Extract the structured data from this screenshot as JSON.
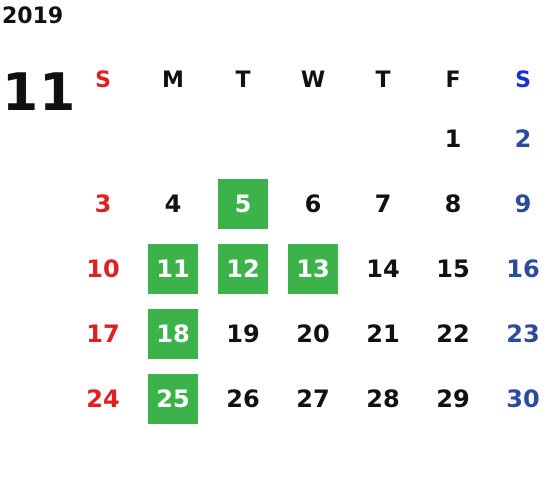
{
  "calendar": {
    "year": "2019",
    "month": "11",
    "weekdays": [
      "S",
      "M",
      "T",
      "W",
      "T",
      "F",
      "S"
    ],
    "first_weekday": 5,
    "days_in_month": 30,
    "highlighted_days": [
      5,
      11,
      12,
      13,
      18,
      25
    ],
    "colors": {
      "sunday": "#e02020",
      "saturday": "#2d4b9c",
      "saturday_header": "#1b2fd6",
      "highlight": "#3bb34a",
      "weekday": "#111111"
    }
  }
}
